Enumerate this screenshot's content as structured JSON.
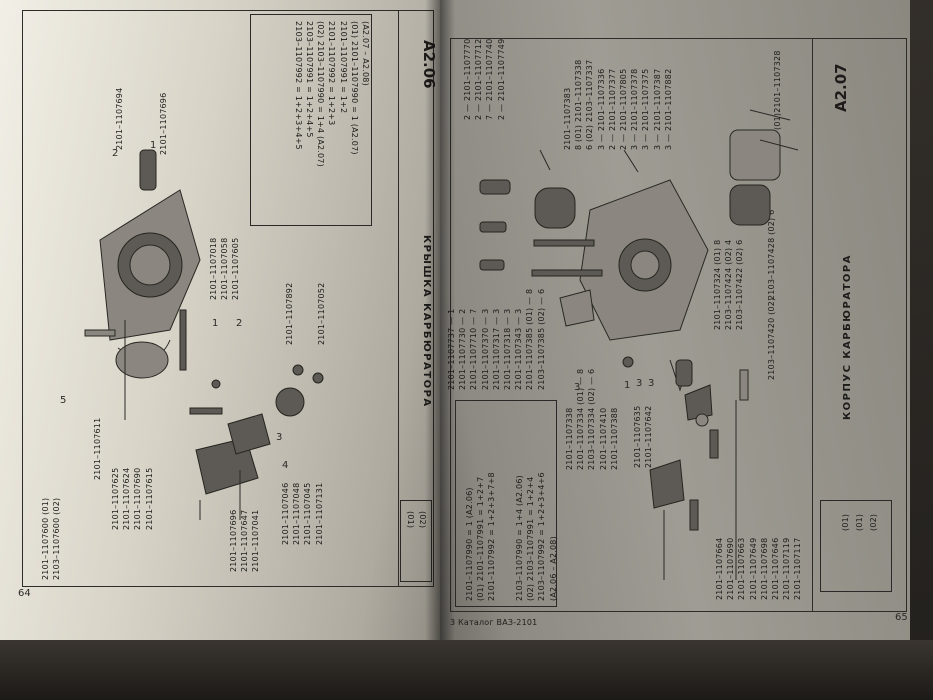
{
  "left_page": {
    "page_number": "64",
    "code": "A2.06",
    "title": "КРЫШКА КАРБЮРАТОРА",
    "top_box": {
      "header": "(А2.07 – А2.08)",
      "rows": [
        "(01) 2101–1107990 = 1 (А2.07)",
        "2101–1107991 = 1+2",
        "2101–1107992 = 1+2+3",
        "(02) 2103–1107990 = 1+4 (А2.07)",
        "2103–1107991 = 1+2+4+5",
        "2103–1107992 = 1+2+3+4+5"
      ]
    },
    "main_assembly": [
      "2101–1107600 (01)",
      "2103–1107600 (02)"
    ],
    "bottom_parts": [
      "2101–1107611",
      "2101–1107625",
      "2101–1107624",
      "2101–1107690",
      "2101–1107615",
      "2101–1107696",
      "2101–1107647",
      "2101–1107041",
      "2101–1107046",
      "2101–1107048",
      "2101–1107045",
      "2101–1107131"
    ],
    "bottom_callouts": [
      "5",
      "4",
      "3"
    ],
    "top_parts": [
      "2101–1107696",
      "2101–1107694",
      "2101–1107018",
      "2101–1107058",
      "2101–1107605",
      "2101–1107892",
      "2101–1107052"
    ],
    "top_callouts": [
      "1",
      "2",
      "1",
      "2"
    ],
    "variant_labels": [
      "(01)",
      "(02)"
    ]
  },
  "right_page": {
    "page_number": "65",
    "code": "A2.07",
    "title": "КОРПУС КАРБЮРАТОРА",
    "footer": "3  Каталог ВАЗ-2101",
    "variant_labels": [
      "(01)",
      "(01)",
      "(02)"
    ],
    "left_box": {
      "rows_a": [
        "2101–1107990 = 1 (А2.06)",
        "(01) 2101–1107991 = 1+2+7",
        "2101–1107992 = 1+2+3+7+8"
      ],
      "rows_b": [
        "2103–1107990 = 1+4 (А2.06)",
        "(02) 2103–1107991 = 1+2+4",
        "2103–1107992 = 1+2+3+4+6"
      ],
      "ref": "(А2.06 – А2.08)"
    },
    "upper_list": [
      "2 — 2101–1107770",
      "2 — 2101–1107712",
      "7 — 2101–1107740",
      "2 — 2101–1107749"
    ],
    "mid_list": [
      "2101–1107737 — 1",
      "2101–1107730 — 2",
      "2101–1107710 — 7",
      "2101–1107370 — 3",
      "2101–1107317 — 3",
      "2101–1107318 — 3",
      "2101–1107343 — 3",
      "2101–1107385 (01) — 8",
      "2103–1107385 (02) — 6"
    ],
    "right_list": [
      "2101–1107383",
      "8 (01) 2101–1107338",
      "6 (02) 2103–1107337",
      "3 — 2101–1107336",
      "2 — 2101–1107377",
      "2 — 2101–1107805",
      "3 — 2101–1107378",
      "3 — 2101–1107375",
      "3 — 2101–1107387",
      "3 — 2101–1107882"
    ],
    "side_list": [
      "2101–1107324 (01) 8",
      "2103–1107424 (02) 4",
      "2103–1107422 (02) 6",
      "2103–1107428 (02) 6",
      "2103–1107420 (02)",
      "(01)2101–1107328"
    ],
    "lower_list": [
      "2101–1107338",
      "2101–1107334 (01) — 8",
      "2103–1107334 (02) — 6",
      "2101–1107410",
      "2101–1107388",
      "2101–1107635",
      "2101–1107642"
    ],
    "lower_callouts": [
      "3",
      "1",
      "3",
      "3"
    ],
    "bottom_list": [
      "2101–1107664",
      "2101–1107690",
      "2101–1107663",
      "2101–1107649",
      "2101–1107698",
      "2101–1107646",
      "2101–1107119",
      "2101–1107117"
    ]
  }
}
